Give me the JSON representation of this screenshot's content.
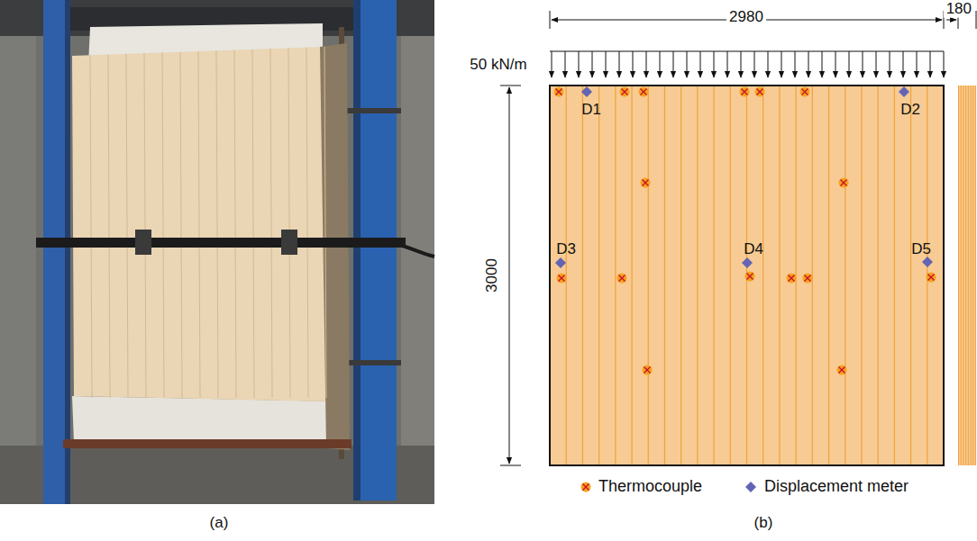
{
  "diagram": {
    "labels": [
      "(a)",
      "(b)",
      "2980",
      "180",
      "50 kN/m",
      "3000",
      "D1",
      "D2",
      "D3",
      "D4",
      "D5"
    ],
    "legend": [
      {
        "text": "Thermocouple"
      },
      {
        "text": "Displacement meter"
      }
    ]
  }
}
